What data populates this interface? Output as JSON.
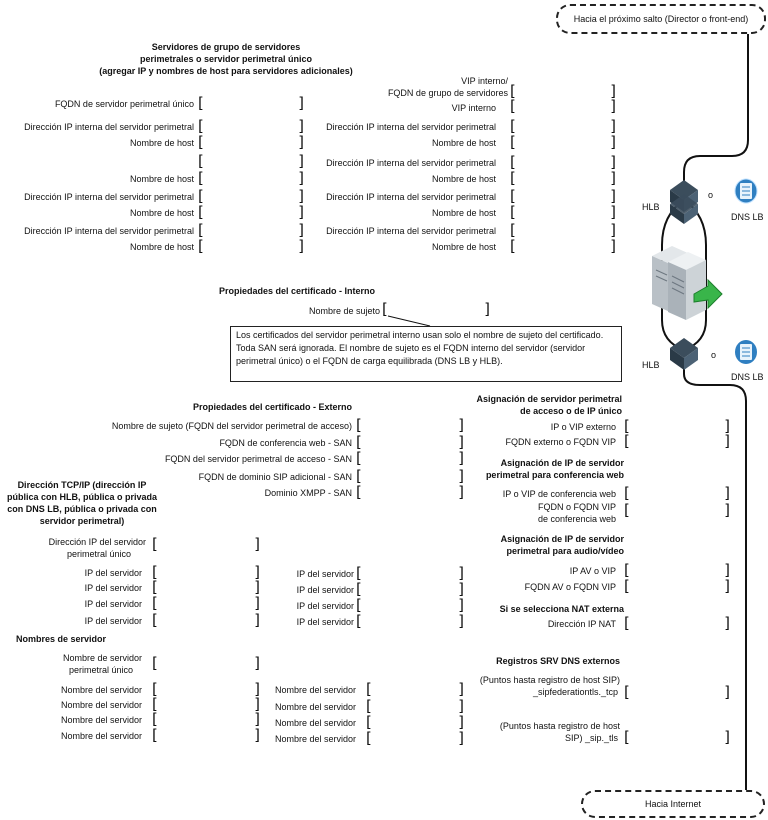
{
  "top_bubble": "Hacia el próximo salto (Director o front-end)",
  "bottom_bubble": "Hacia Internet",
  "pool": {
    "heading": "Servidores de grupo de servidores perimetrales o servidor perimetral único (agregar IP y nombres de host para servidores adicionales)",
    "heading_lines": [
      "Servidores de grupo de servidores",
      "perimetrales o servidor perimetral único",
      "(agregar IP y nombres de host para servidores adicionales)"
    ],
    "vip_internal_fqdn": [
      "VIP interno/",
      "FQDN de grupo de servidores"
    ],
    "vip_internal": "VIP interno",
    "single_edge_fqdn": "FQDN de servidor perimetral único",
    "internal_ip": "Dirección IP interna del servidor perimetral",
    "host_name": "Nombre de host"
  },
  "cert_internal": {
    "heading": "Propiedades del certificado - Interno",
    "subject": "Nombre de sujeto",
    "note": "Los certificados del servidor perimetral interno usan solo el nombre de sujeto del certificado. Toda SAN será ignorada. El nombre de sujeto es el FQDN interno del servidor (servidor perimetral único) o el FQDN de carga equilibrada (DNS LB y HLB)."
  },
  "devices": {
    "hlb": "HLB",
    "or": "o",
    "dns_lb": "DNS LB"
  },
  "cert_external": {
    "heading": "Propiedades del certificado - Externo",
    "subject": "Nombre de sujeto (FQDN del servidor perimetral de acceso)",
    "webconf": "FQDN de conferencia web - SAN",
    "access": "FQDN del servidor perimetral de acceso - SAN",
    "sip_domain": "FQDN de dominio SIP adicional - SAN",
    "xmpp": "Dominio XMPP - SAN"
  },
  "tcpip": {
    "heading_lines": [
      "Dirección TCP/IP (dirección IP",
      "pública con HLB, pública o privada",
      "con DNS LB, pública o privada con",
      "servidor perimetral)"
    ],
    "single_ip": [
      "Dirección IP del servidor",
      "perimetral único"
    ],
    "server_ip": "IP del servidor"
  },
  "server_names": {
    "heading": "Nombres de servidor",
    "single": [
      "Nombre de servidor",
      "perimetral único"
    ],
    "name": "Nombre del servidor"
  },
  "access_assign": {
    "heading_lines": [
      "Asignación de servidor perimetral",
      "de acceso o de IP único"
    ],
    "ext_ip": "IP o VIP externo",
    "ext_fqdn": "FQDN externo o FQDN VIP"
  },
  "webconf_assign": {
    "heading_lines": [
      "Asignación de IP de servidor",
      "perimetral para conferencia web"
    ],
    "ip": "IP o VIP de conferencia web",
    "fqdn": [
      "FQDN o FQDN VIP",
      "de conferencia web"
    ]
  },
  "av_assign": {
    "heading_lines": [
      "Asignación de IP de servidor",
      "perimetral para audio/vídeo"
    ],
    "ip": "IP AV o VIP",
    "fqdn": "FQDN AV o FQDN VIP"
  },
  "nat": {
    "heading": "Si se selecciona NAT externa",
    "ip": "Dirección IP NAT"
  },
  "srv": {
    "heading": "Registros SRV DNS externos",
    "fed": [
      "(Puntos hasta registro de host SIP)",
      "_sipfederationtls._tcp"
    ],
    "tls": [
      "(Puntos hasta registro de host",
      "SIP) _sip._tls"
    ]
  },
  "colors": {
    "line": "#111111",
    "server_silver": "#c9cfd4",
    "device_navy": "#3b4d5c",
    "arrow_green": "#39b54a",
    "dns_blue": "#2f7fc1"
  }
}
